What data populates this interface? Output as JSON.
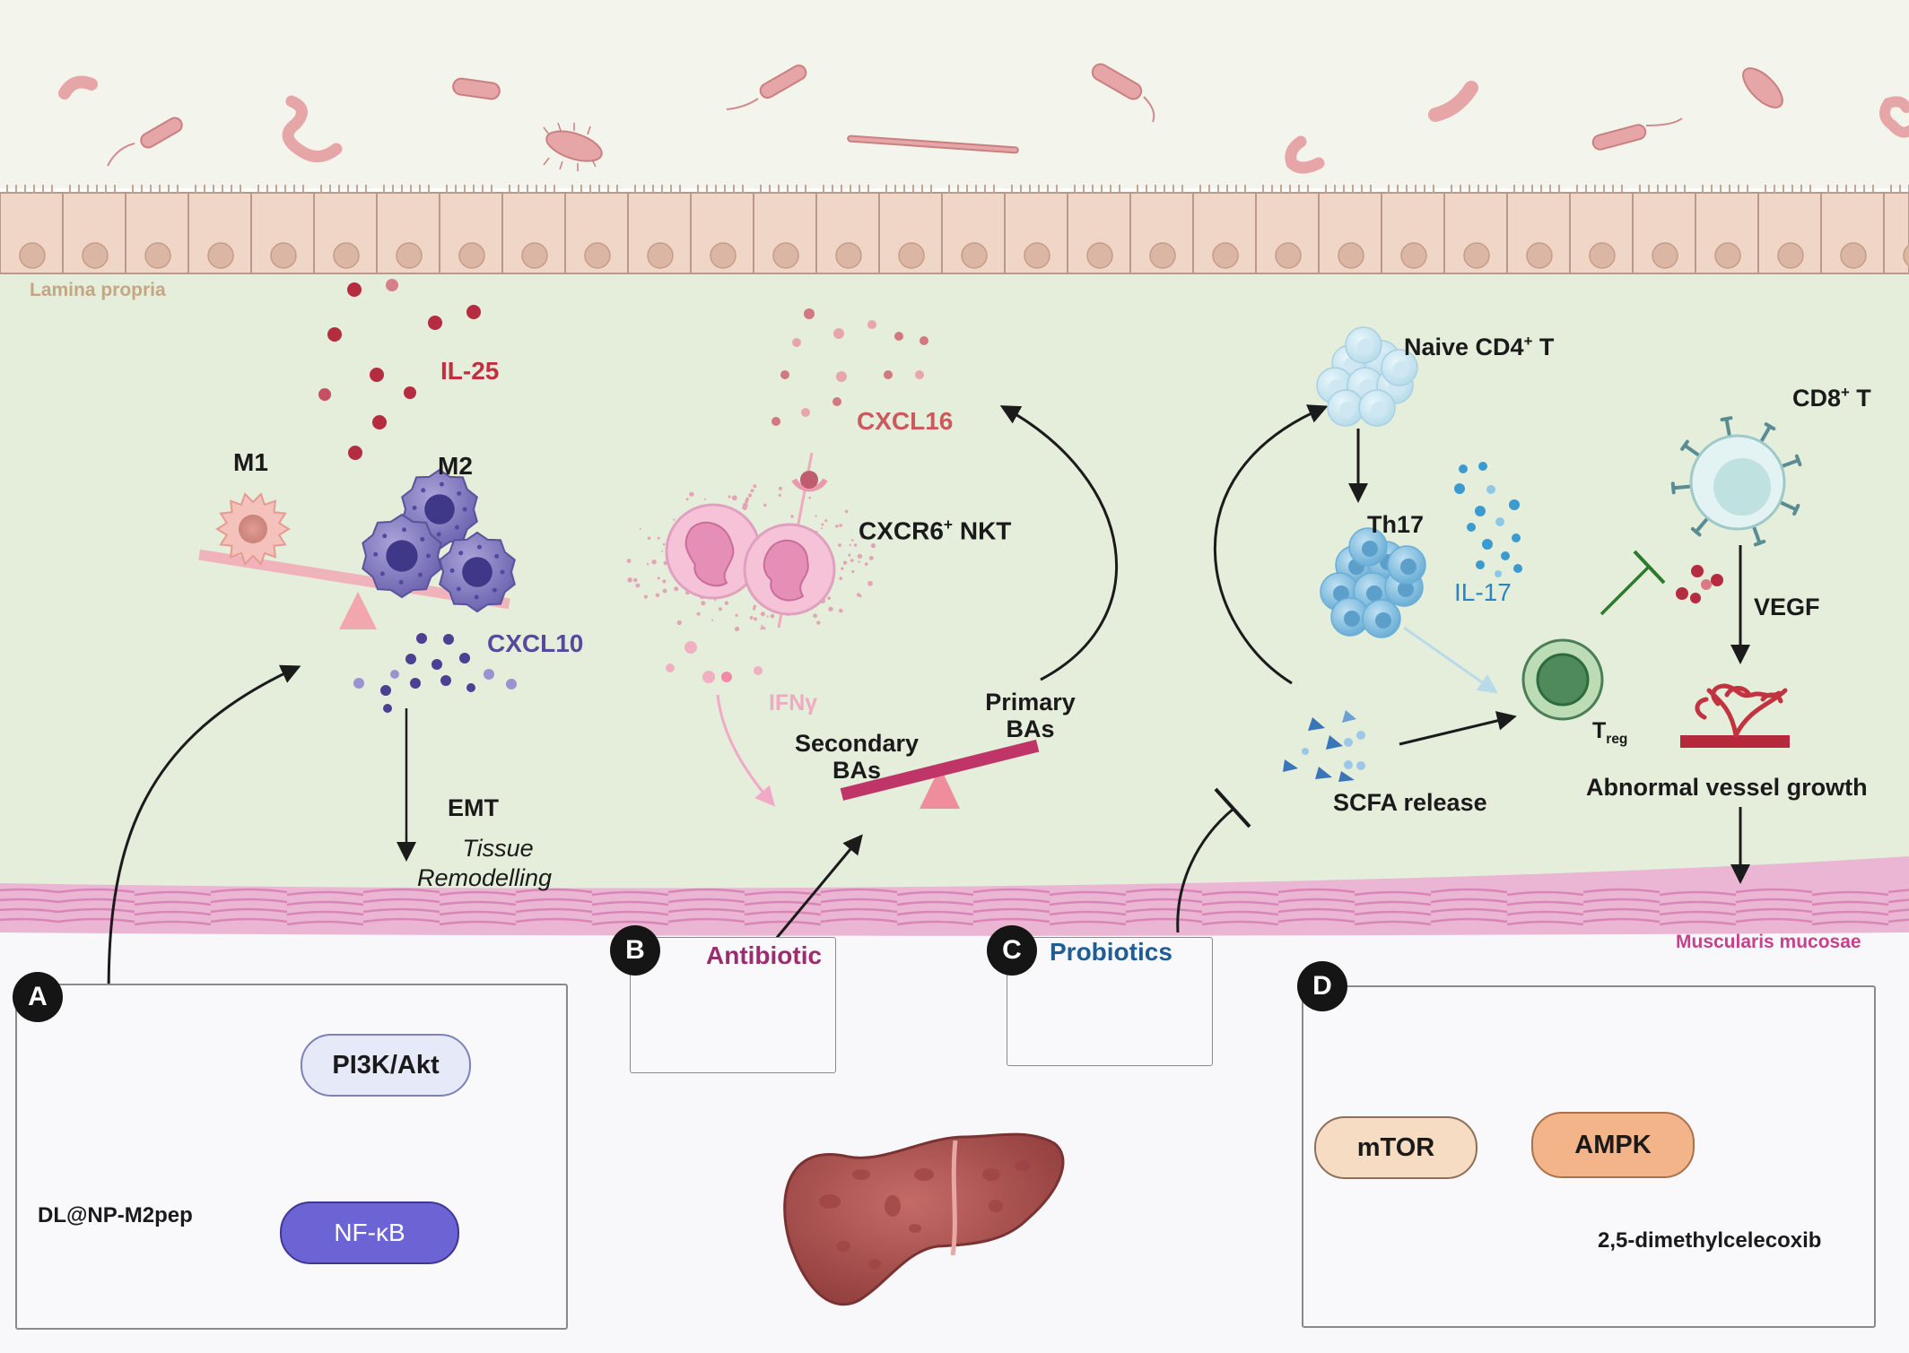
{
  "layers": {
    "lamina_propria": "Lamina propria",
    "muscularis_mucosae": "Muscularis mucosae"
  },
  "macrophage": {
    "il25": "IL-25",
    "m1": "M1",
    "m2": "M2",
    "cxcl10": "CXCL10",
    "emt": "EMT",
    "tissue": "Tissue",
    "remodelling": "Remodelling"
  },
  "nkt": {
    "cxcl16": "CXCL16",
    "cxcr6": "CXCR6",
    "cxcr6_sup": "+",
    "nkt": " NKT",
    "ifng": "IFNγ",
    "secondary": "Secondary",
    "primary": "Primary",
    "bas": "BAs"
  },
  "tcell": {
    "naive": "Naive CD4",
    "naive_sup": "+",
    "naive_tail": " T",
    "th17": "Th17",
    "il17": "IL-17",
    "cd8": "CD8",
    "cd8_sup": "+",
    "cd8_tail": " T",
    "vegf": "VEGF",
    "treg": "T",
    "treg_sub": "reg",
    "scfa": "SCFA release",
    "vessel": "Abnormal vessel growth"
  },
  "panel_a": {
    "badge": "A",
    "pi3k": "PI3K/Akt",
    "nfkb": "NF-κB",
    "drug": "DL@NP-M2pep"
  },
  "panel_b": {
    "badge": "B",
    "title": "Antibiotic"
  },
  "panel_c": {
    "badge": "C",
    "title": "Probiotics"
  },
  "panel_d": {
    "badge": "D",
    "mtor": "mTOR",
    "ampk": "AMPK",
    "drug": "2,5-dimethylcelecoxib"
  },
  "colors": {
    "background_lumen": "#f3f5ec",
    "lamina": "#e4eedb",
    "cells": "#f1d6c6",
    "muscle": "#e9b9d6",
    "il25": "#c0303e",
    "cxcl10": "#574a9c",
    "cxcl16": "#cc5a5d",
    "il17": "#2a86c2",
    "antibiotic": "#9b2d6f",
    "probiotics": "#1f5d96"
  },
  "icons": [
    "bacteria-icon",
    "epithelial-cell-icon",
    "m1-macrophage-icon",
    "m2-macrophage-icon",
    "neutrophil-icon",
    "t-cell-icon",
    "cd8-t-cell-icon",
    "treg-cell-icon",
    "blood-vessel-icon",
    "nanoparticle-icon",
    "dna-icon",
    "pill-bottle-icon",
    "liver-icon",
    "seesaw-icon"
  ]
}
